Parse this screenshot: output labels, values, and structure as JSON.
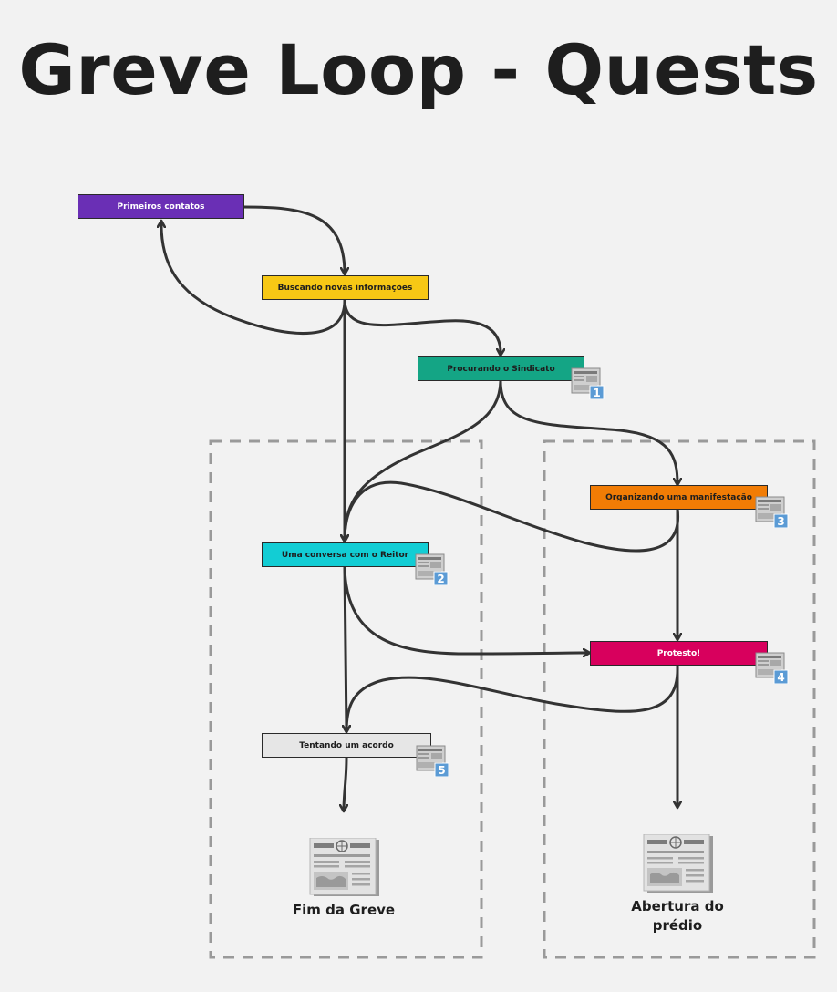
{
  "title": "Greve Loop - Quests",
  "nodes": [
    {
      "id": "primeiros",
      "label": "Primeiros contatos",
      "color": "#6a2fb5",
      "text_color": "#ffffff"
    },
    {
      "id": "buscando",
      "label": "Buscando novas informações",
      "color": "#f7c815",
      "text_color": "#1e1e1e"
    },
    {
      "id": "procurando",
      "label": "Procurando o Sindicato",
      "color": "#14a585",
      "text_color": "#1e1e1e",
      "badge": "1"
    },
    {
      "id": "organizando",
      "label": "Organizando uma manifestação",
      "color": "#f17c05",
      "text_color": "#1e1e1e",
      "badge": "3"
    },
    {
      "id": "conversa",
      "label": "Uma conversa com o Reitor",
      "color": "#12cdd4",
      "text_color": "#1e1e1e",
      "badge": "2"
    },
    {
      "id": "protesto",
      "label": "Protesto!",
      "color": "#d8005d",
      "text_color": "#ffffff",
      "badge": "4"
    },
    {
      "id": "acordo",
      "label": "Tentando um acordo",
      "color": "#e6e6e6",
      "text_color": "#1e1e1e",
      "badge": "5"
    }
  ],
  "endings": [
    {
      "id": "fim",
      "label": "Fim da Greve"
    },
    {
      "id": "abertura",
      "label": "Abertura do prédio"
    }
  ],
  "icons": {
    "badge": "newspaper-icon",
    "ending": "newspaper-icon"
  },
  "colors": {
    "background": "#f2f2f2",
    "arrow": "#333333",
    "group_border": "#9a9a9a",
    "badge_number": "#5b9bd5"
  }
}
